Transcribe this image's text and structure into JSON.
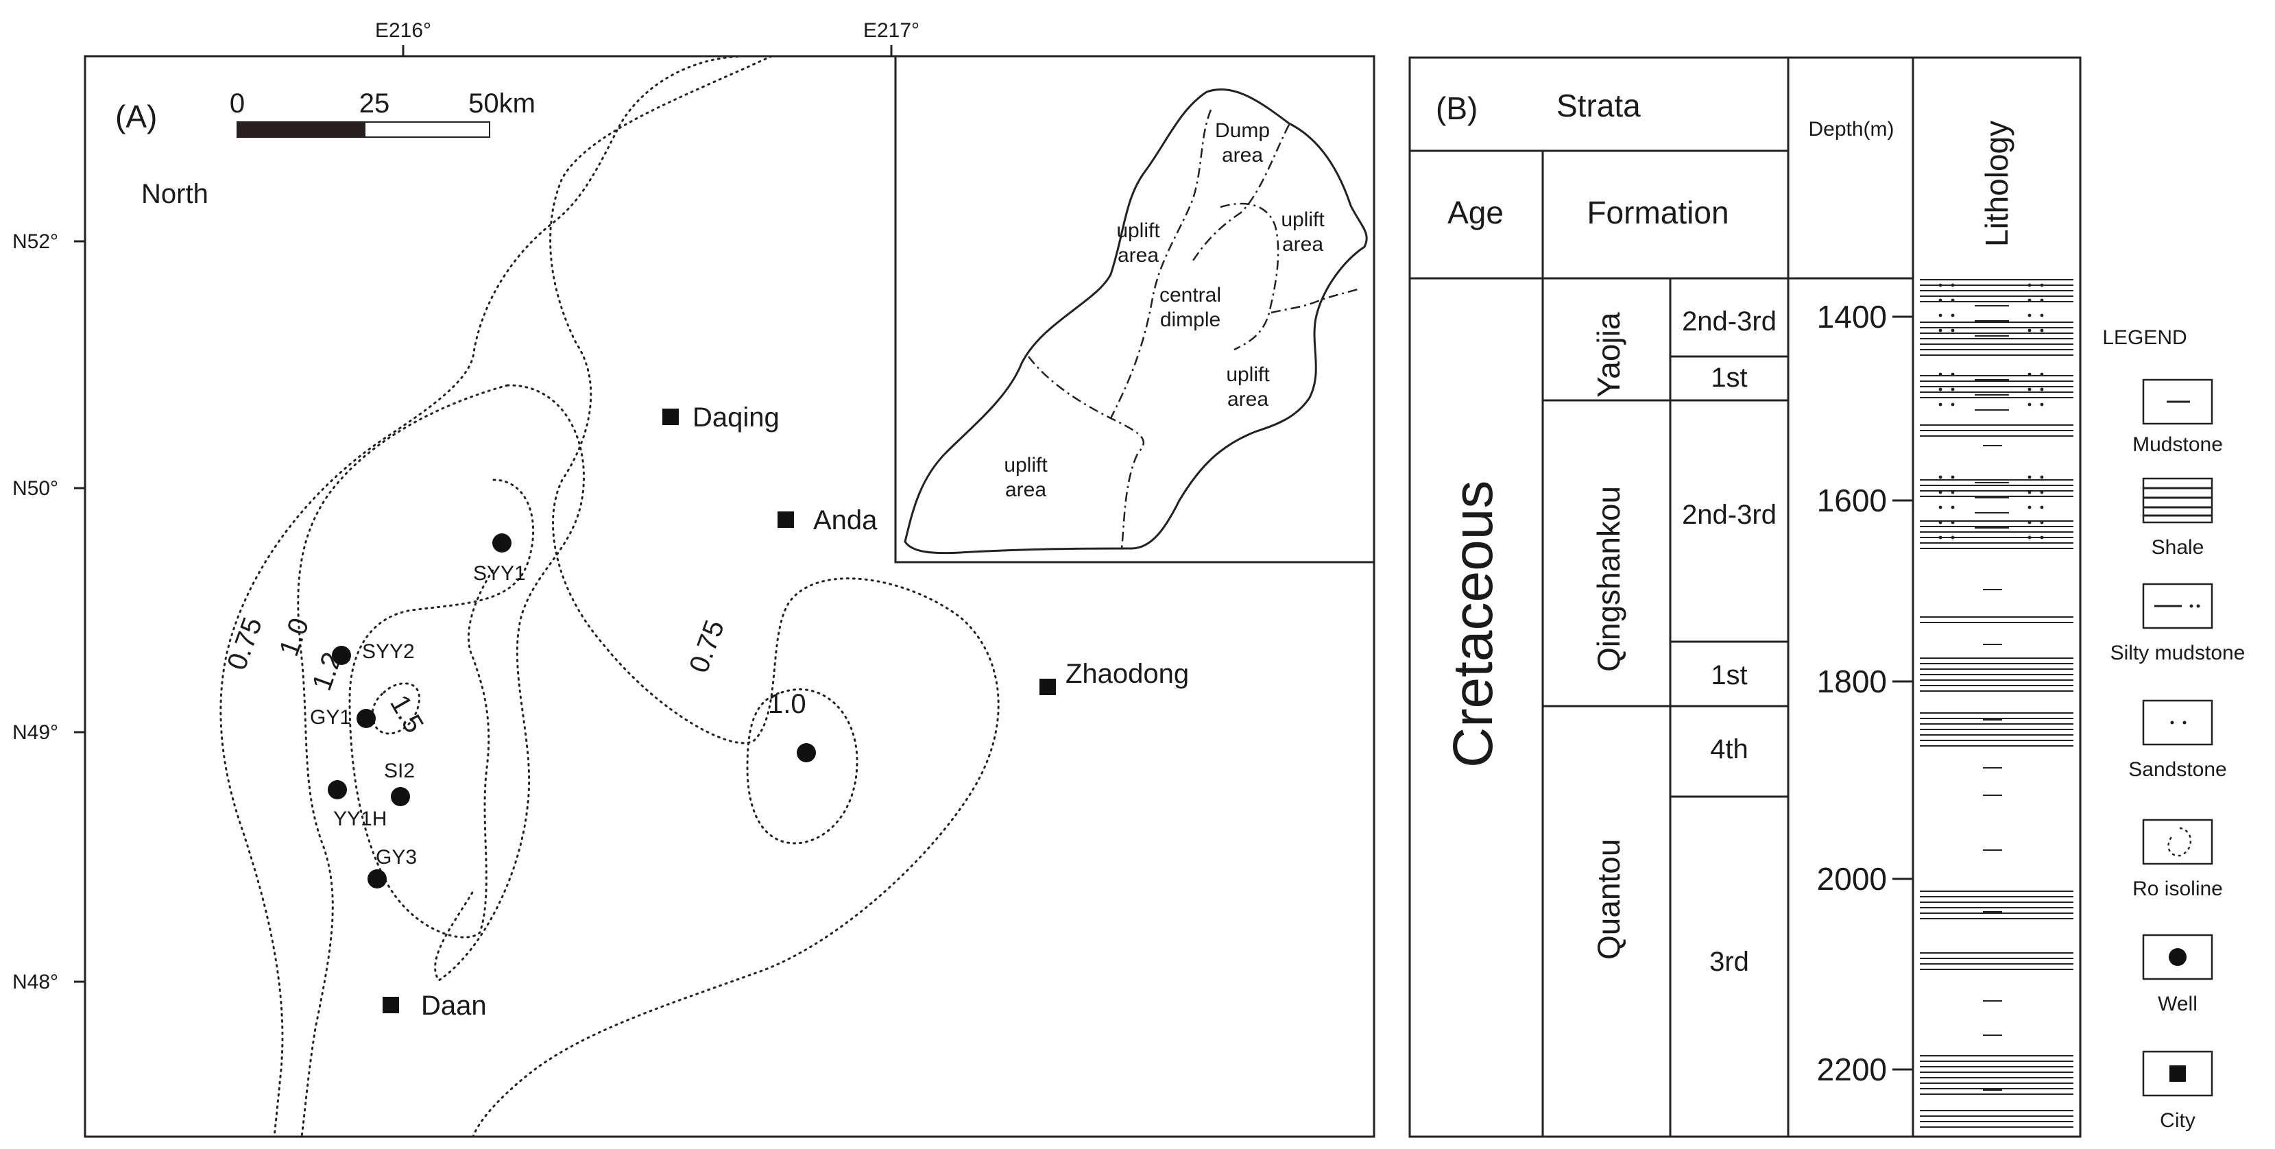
{
  "panel_a": {
    "label": "(A)",
    "north": "North",
    "scale": {
      "zero": "0",
      "mid": "25",
      "end": "50km"
    },
    "lon_ticks": [
      "E216°",
      "E217°"
    ],
    "lat_ticks": [
      "N52°",
      "N50°",
      "N49°",
      "N48°"
    ],
    "isolines": [
      "0.75",
      "1.0",
      "1.2",
      "1.5",
      "0.75",
      "1.0"
    ],
    "cities": [
      "Daqing",
      "Anda",
      "Zhaodong",
      "Daan"
    ],
    "wells": [
      "SYY1",
      "SYY2",
      "GY1",
      "SI2",
      "YY1H",
      "GY3"
    ],
    "inset": {
      "areas": [
        "Dump\narea",
        "uplift\narea",
        "uplift\narea",
        "central\ndimple",
        "uplift\narea",
        "uplift\narea"
      ]
    }
  },
  "panel_b": {
    "label": "(B)",
    "strata": "Strata",
    "age_header": "Age",
    "formation_header": "Formation",
    "depth_header": "Depth(m)",
    "lithology_header": "Lithology",
    "age": "Cretaceous",
    "formations": [
      "Yaojia",
      "Qingshankou",
      "Quantou"
    ],
    "members": [
      "2nd-3rd",
      "1st",
      "2nd-3rd",
      "1st",
      "4th",
      "3rd"
    ],
    "depths": [
      "1400",
      "1600",
      "1800",
      "2000",
      "2200"
    ],
    "legend_title": "LEGEND",
    "legend_items": [
      "Mudstone",
      "Shale",
      "Silty mudstone",
      "Sandstone",
      "Ro isoline",
      "Well",
      "City"
    ]
  }
}
